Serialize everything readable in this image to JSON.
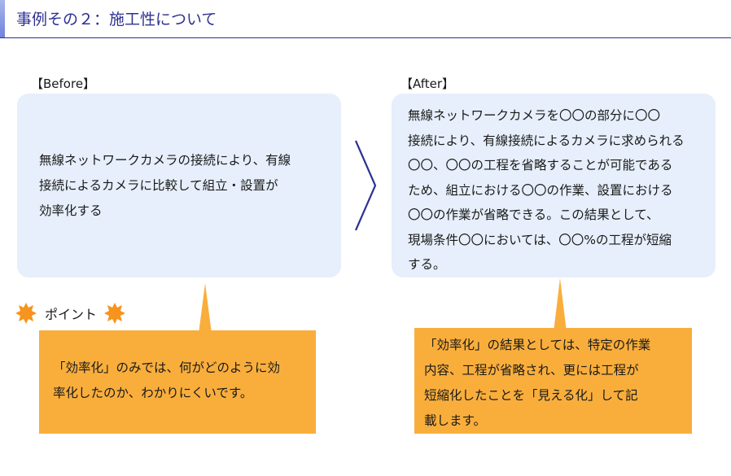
{
  "header": {
    "title": "事例その２：施工性について"
  },
  "before": {
    "label": "【Before】",
    "lines": [
      "無線ネットワークカメラの接続により、有線",
      "接続によるカメラに比較して組立・設置が",
      "効率化する"
    ]
  },
  "after": {
    "label": "【After】",
    "lines": [
      "無線ネットワークカメラを〇〇の部分に〇〇",
      "接続により、有線接続によるカメラに求められる",
      "〇〇、〇〇の工程を省略することが可能である",
      "ため、組立における〇〇の作業、設置における",
      "〇〇の作業が省略できる。この結果として、",
      "現場条件〇〇においては、〇〇%の工程が短縮",
      "する。"
    ]
  },
  "point": {
    "label": "ポイント"
  },
  "callout_left": {
    "lines": [
      "「効率化」のみでは、何がどのように効",
      "率化したのか、わかりにくいです。"
    ]
  },
  "callout_right": {
    "lines": [
      "「効率化」の結果としては、特定の作業",
      "内容、工程が省略され、更には工程が",
      "短縮化したことを「見える化」して記",
      "載します。"
    ]
  },
  "colors": {
    "title": "#2e3192",
    "panel": "#e6effb",
    "callout": "#f9ae3c",
    "burst": "#f7941d"
  }
}
